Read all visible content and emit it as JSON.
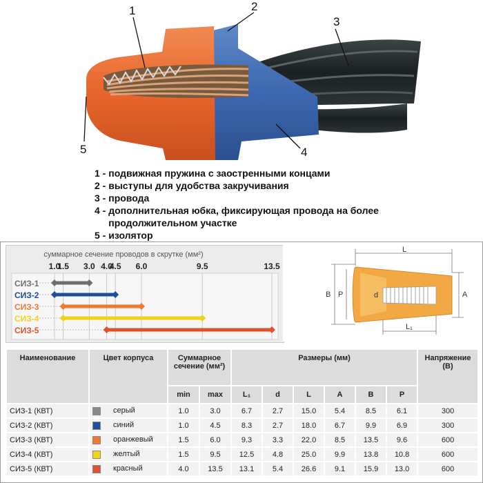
{
  "callouts": [
    "1",
    "2",
    "3",
    "4",
    "5"
  ],
  "legend": [
    {
      "num": "1 - ",
      "text": "подвижная пружина с заостренными концами"
    },
    {
      "num": "2 - ",
      "text": "выступы для удобства закручивания"
    },
    {
      "num": "3 - ",
      "text": "провода"
    },
    {
      "num": "4 - ",
      "text": "дополнительная юбка, фиксирующая провода на более продолжительном участке"
    },
    {
      "num": "5 - ",
      "text": "изолятор"
    }
  ],
  "chart_data": {
    "type": "range",
    "title": "суммарное сечение проводов в скрутке (мм²)",
    "ticks": [
      1.0,
      1.5,
      3.0,
      4.0,
      4.5,
      6.0,
      9.5,
      13.5
    ],
    "tick_labels": [
      "1.0",
      "1.5",
      "3.0",
      "4.0",
      "4.5",
      "6.0",
      "9.5",
      "13.5"
    ],
    "series": [
      {
        "name": "СИЗ-1",
        "min": 1.0,
        "max": 3.0,
        "color": "#6e6e6e"
      },
      {
        "name": "СИЗ-2",
        "min": 1.0,
        "max": 4.5,
        "color": "#1f4e9c"
      },
      {
        "name": "СИЗ-3",
        "min": 1.5,
        "max": 6.0,
        "color": "#ef7a2f"
      },
      {
        "name": "СИЗ-4",
        "min": 1.5,
        "max": 9.5,
        "color": "#f3d21a"
      },
      {
        "name": "СИЗ-5",
        "min": 4.0,
        "max": 13.5,
        "color": "#e0522e"
      }
    ]
  },
  "dims": {
    "L": "L",
    "B": "B",
    "P": "P",
    "d": "d",
    "A": "A",
    "L1": "L₁"
  },
  "table": {
    "headers": {
      "name": "Наименование",
      "color": "Цвет корпуса",
      "section": "Суммарное сечение (мм²)",
      "sizes": "Размеры (мм)",
      "voltage": "Напряжение (В)",
      "sub": [
        "min",
        "max",
        "L₁",
        "d",
        "L",
        "A",
        "B",
        "P"
      ]
    },
    "rows": [
      {
        "name": "СИЗ-1 (КВТ)",
        "swatch": "#8a8a8a",
        "color": "серый",
        "min": "1.0",
        "max": "3.0",
        "l1": "6.7",
        "d": "2.7",
        "l": "15.0",
        "a": "5.4",
        "b": "8.5",
        "p": "6.1",
        "v": "300"
      },
      {
        "name": "СИЗ-2 (КВТ)",
        "swatch": "#1f4e9c",
        "color": "синий",
        "min": "1.0",
        "max": "4.5",
        "l1": "8.3",
        "d": "2.7",
        "l": "18.0",
        "a": "6.7",
        "b": "9.9",
        "p": "6.9",
        "v": "300"
      },
      {
        "name": "СИЗ-3 (КВТ)",
        "swatch": "#ef7a2f",
        "color": "оранжевый",
        "min": "1.5",
        "max": "6.0",
        "l1": "9.3",
        "d": "3.3",
        "l": "22.0",
        "a": "8.5",
        "b": "13.5",
        "p": "9.6",
        "v": "600"
      },
      {
        "name": "СИЗ-4 (КВТ)",
        "swatch": "#f3d21a",
        "color": "желтый",
        "min": "1.5",
        "max": "9.5",
        "l1": "12.5",
        "d": "4.8",
        "l": "25.0",
        "a": "9.9",
        "b": "13.8",
        "p": "10.8",
        "v": "600"
      },
      {
        "name": "СИЗ-5 (КВТ)",
        "swatch": "#e0522e",
        "color": "красный",
        "min": "4.0",
        "max": "13.5",
        "l1": "13.1",
        "d": "5.4",
        "l": "26.6",
        "a": "9.1",
        "b": "15.9",
        "p": "13.0",
        "v": "600"
      }
    ]
  }
}
